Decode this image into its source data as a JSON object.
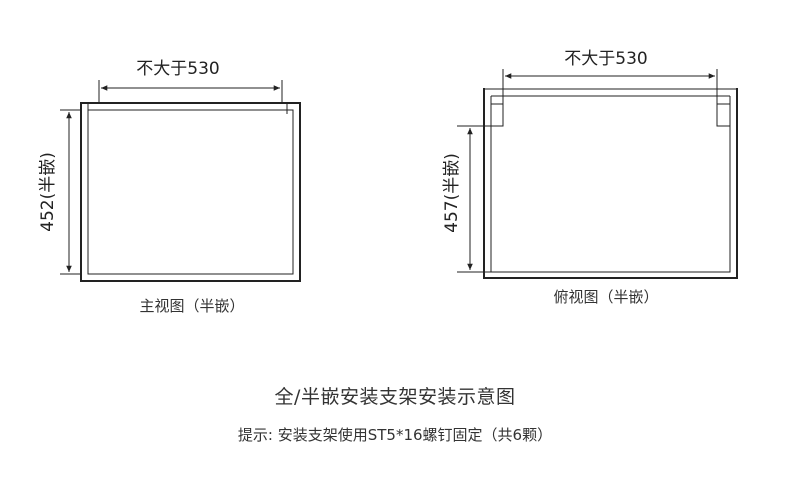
{
  "front_view": {
    "width_label": "不大于530",
    "height_label": "452(半嵌)",
    "caption": "主视图（半嵌）"
  },
  "top_view": {
    "width_label": "不大于530",
    "height_label": "457(半嵌)",
    "caption": "俯视图（半嵌）"
  },
  "title": "全/半嵌安装支架安装示意图",
  "note": "提示: 安装支架使用ST5*16螺钉固定（共6颗）"
}
